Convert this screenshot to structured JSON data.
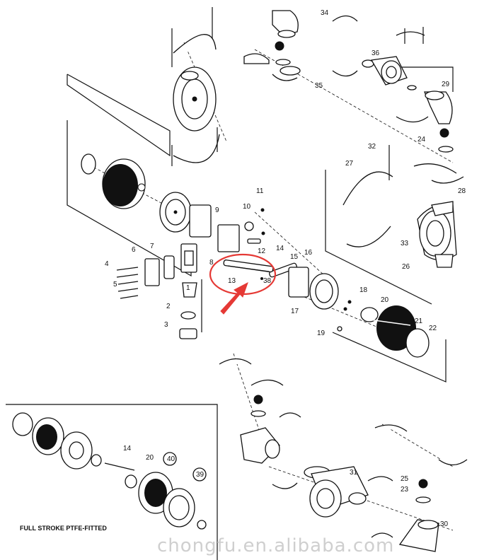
{
  "diagram": {
    "part_numbers": [
      "1",
      "2",
      "3",
      "4",
      "5",
      "6",
      "7",
      "8",
      "9",
      "10",
      "11",
      "12",
      "13",
      "14",
      "15",
      "16",
      "17",
      "18",
      "19",
      "20",
      "21",
      "22",
      "23",
      "24",
      "25",
      "26",
      "27",
      "28",
      "29",
      "30",
      "31",
      "32",
      "33",
      "34",
      "35",
      "36",
      "40",
      "39",
      "14",
      "20",
      "38"
    ],
    "inset_label": "FULL STROKE PTFE-FITTED",
    "watermark": "chongfu.en.alibaba.com",
    "highlight_color": "#e53935"
  }
}
